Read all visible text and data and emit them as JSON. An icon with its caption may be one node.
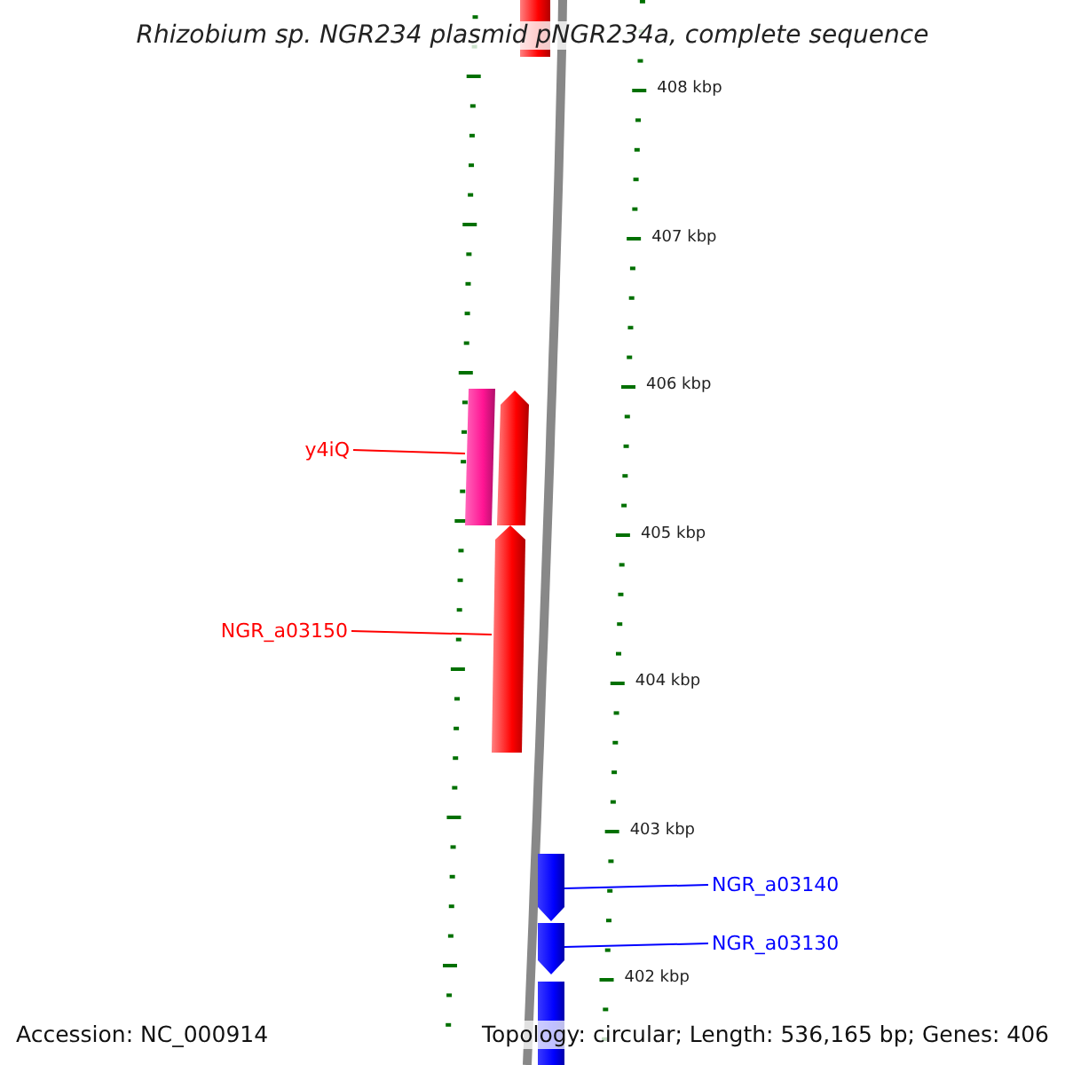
{
  "diagram": {
    "title": "Rhizobium sp. NGR234 plasmid pNGR234a, complete sequence",
    "nodes": [
      {
        "text": [
          "y4iQ"
        ]
      },
      {
        "text": [
          "NGR_a03150"
        ]
      },
      {
        "text": [
          "NGR_a03140"
        ]
      },
      {
        "text": [
          "NGR_a03130"
        ]
      },
      {
        "text": [],
        "shape": "bar"
      },
      {
        "text": [],
        "shape": "bar"
      },
      {
        "text": [],
        "shape": "bar"
      },
      {
        "text": [],
        "shape": "bar"
      },
      {
        "text": [],
        "shape": "bar"
      },
      {
        "text": [],
        "shape": "bar"
      },
      {
        "text": [],
        "shape": "bar"
      }
    ],
    "edges": [
      {
        "from": 0,
        "to": 5,
        "arrow": "none",
        "color": "#ff0000"
      },
      {
        "from": 1,
        "to": 7,
        "arrow": "none",
        "color": "#ff0000"
      },
      {
        "from": 2,
        "to": 8,
        "arrow": "none",
        "color": "#0000ff"
      },
      {
        "from": 3,
        "to": 9,
        "arrow": "none",
        "color": "#0000ff"
      }
    ],
    "labels": [
      "408 kbp",
      "407 kbp",
      "406 kbp",
      "405 kbp",
      "404 kbp",
      "403 kbp",
      "402 kbp",
      "Accession: NC_000914",
      "Topology: circular; Length: 536,165 bp; Genes: 406"
    ]
  }
}
